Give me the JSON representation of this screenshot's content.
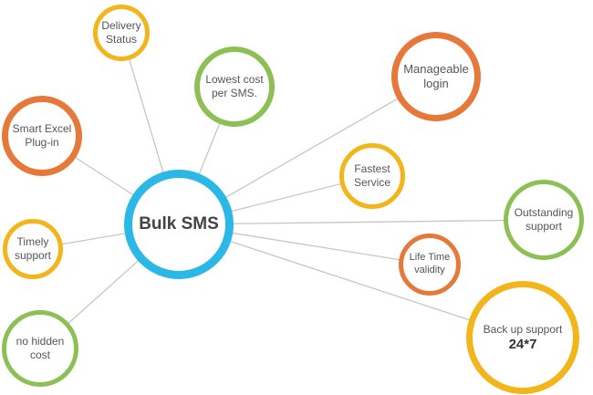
{
  "colors": {
    "blue": "#2cb8e6",
    "orange": "#e6783a",
    "yellow": "#f2b51b",
    "green": "#8cbf54",
    "line": "#c6c6c6"
  },
  "hub": {
    "label": "Bulk SMS",
    "color": "blue"
  },
  "nodes": [
    {
      "id": "delivery-status",
      "lines": [
        "Delivery",
        "Status"
      ],
      "color": "yellow"
    },
    {
      "id": "lowest-cost",
      "lines": [
        "Lowest cost",
        "per SMS."
      ],
      "color": "green"
    },
    {
      "id": "manageable-login",
      "lines": [
        "Manageable",
        "login"
      ],
      "color": "orange"
    },
    {
      "id": "smart-excel",
      "lines": [
        "Smart Excel",
        "Plug-in"
      ],
      "color": "orange"
    },
    {
      "id": "fastest-service",
      "lines": [
        "Fastest",
        "Service"
      ],
      "color": "yellow"
    },
    {
      "id": "outstanding-support",
      "lines": [
        "Outstanding",
        "support"
      ],
      "color": "green"
    },
    {
      "id": "timely-support",
      "lines": [
        "Timely",
        "support"
      ],
      "color": "yellow"
    },
    {
      "id": "life-time-validity",
      "lines": [
        "Life Time",
        "validity"
      ],
      "color": "orange"
    },
    {
      "id": "no-hidden-cost",
      "lines": [
        "no hidden",
        "cost"
      ],
      "color": "green"
    },
    {
      "id": "back-up-support",
      "lines": [
        "Back up support"
      ],
      "emphasis": "24*7",
      "color": "yellow"
    }
  ]
}
